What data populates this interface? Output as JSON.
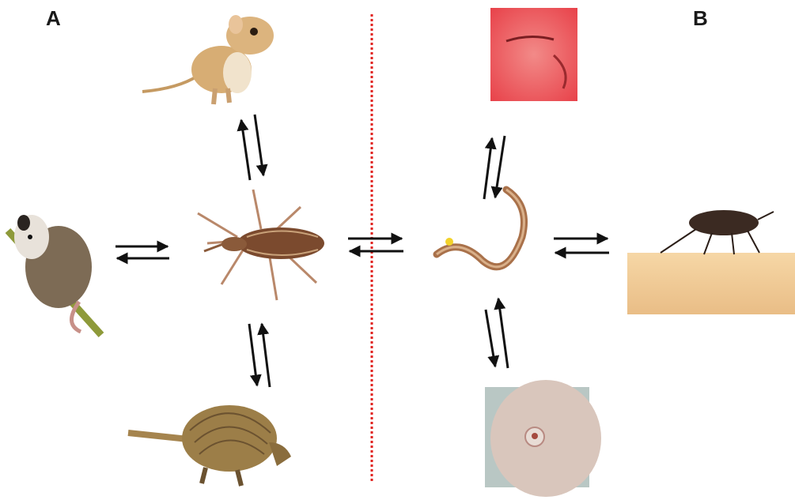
{
  "panels": {
    "a_label": "A",
    "b_label": "B"
  },
  "images": [
    {
      "name": "gerbil-illustration"
    },
    {
      "name": "opossum-illustration"
    },
    {
      "name": "triatomine-bug-illustration"
    },
    {
      "name": "armadillo-illustration"
    },
    {
      "name": "trypanosome-illustration"
    },
    {
      "name": "swollen-eye-photo"
    },
    {
      "name": "bug-biting-skin-photo"
    },
    {
      "name": "skin-lesion-photo"
    }
  ],
  "colors": {
    "divider": "#e0201c",
    "arrow": "#111111"
  }
}
